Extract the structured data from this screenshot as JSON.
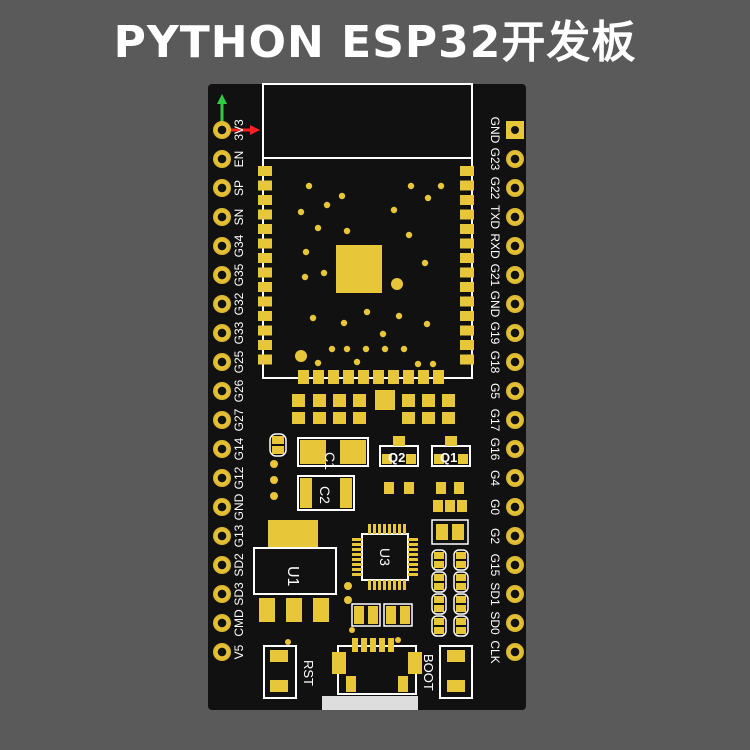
{
  "title": "PYTHON ESP32开发板",
  "board": {
    "left_pins": [
      "3V3",
      "EN",
      "SP",
      "SN",
      "G34",
      "G35",
      "G32",
      "G33",
      "G25",
      "G26",
      "G27",
      "G14",
      "G12",
      "GND",
      "G13",
      "SD2",
      "SD3",
      "CMD",
      "V5"
    ],
    "right_pins": [
      "GND",
      "G23",
      "G22",
      "TXD",
      "RXD",
      "G21",
      "GND",
      "G19",
      "G18",
      "G5",
      "G17",
      "G16",
      "G4",
      "G0",
      "G2",
      "G15",
      "SD1",
      "SD0",
      "CLK"
    ],
    "components": {
      "q1": "Q1",
      "q2": "Q2",
      "c1": "C1",
      "c2": "C2",
      "u1": "U1",
      "u3": "U3"
    },
    "buttons": {
      "rst": "RST",
      "boot": "BOOT"
    },
    "colors": {
      "pcb": "#111111",
      "pad": "#e8c63a",
      "silkscreen": "#ffffff",
      "background": "#5a5a5a"
    }
  }
}
